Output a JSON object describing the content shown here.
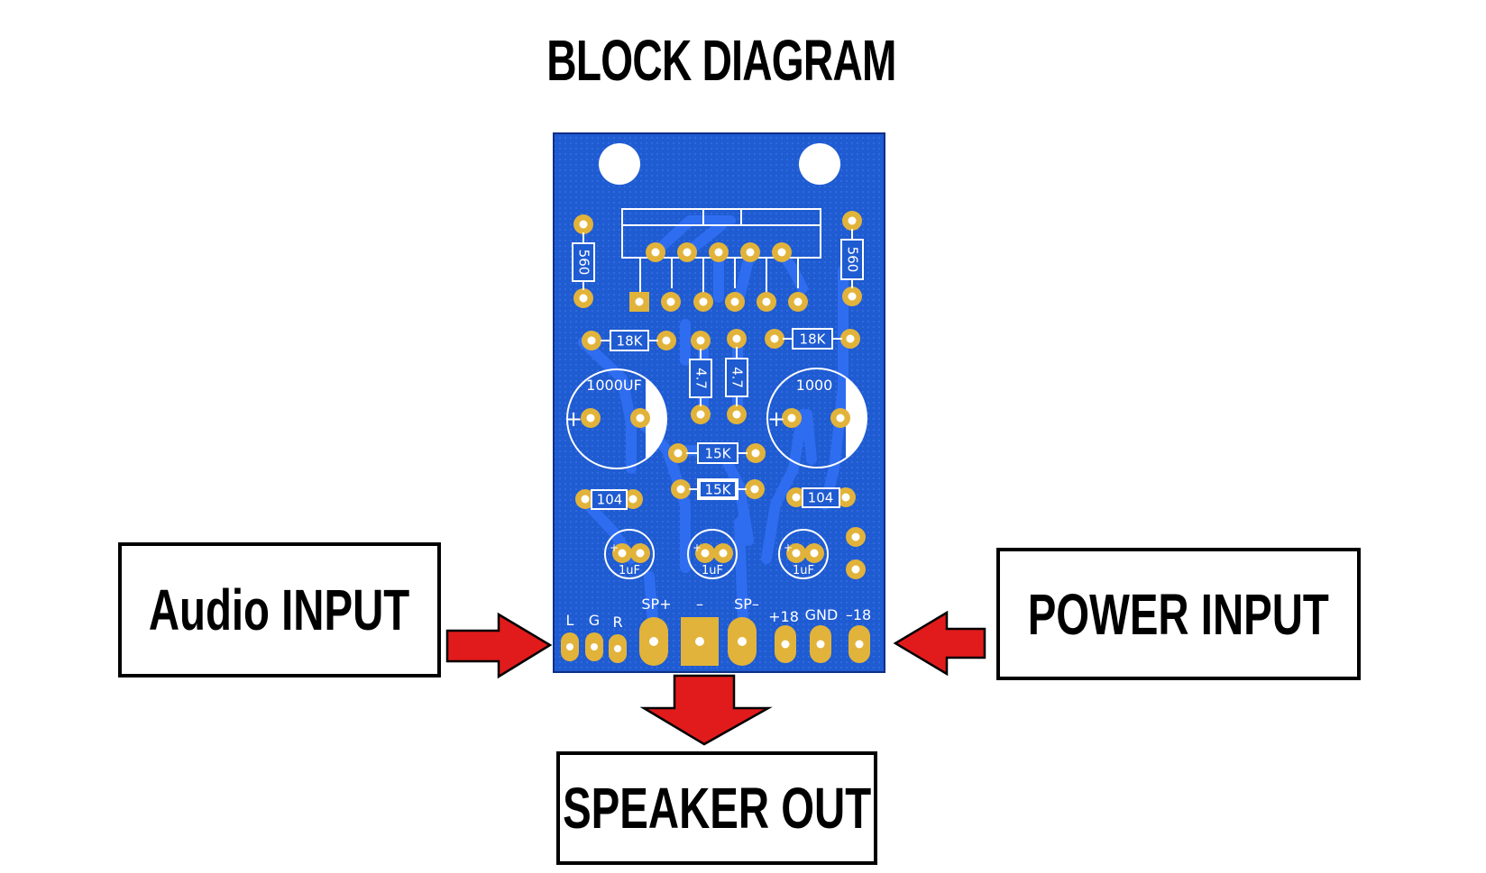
{
  "title": "BLOCK DIAGRAM",
  "labels": {
    "audio_input": "Audio INPUT",
    "power_input": "POWER INPUT",
    "speaker_out": "SPEAKER OUT"
  },
  "pcb": {
    "resistor_left_top": "560",
    "resistor_right_top": "560",
    "resistor_18k_left": "18K",
    "resistor_18k_right": "18K",
    "resistor_47_left": "4.7",
    "resistor_47_right": "4.7",
    "cap_left": "1000UF",
    "cap_right": "1000",
    "resistor_15k_top": "15K",
    "resistor_15k_bottom": "15K",
    "cap_104_left": "104",
    "cap_104_right": "104",
    "cap_1uf": "1uF",
    "pin_l": "L",
    "pin_g": "G",
    "pin_r": "R",
    "pin_sp_plus": "SP+",
    "pin_minus": "–",
    "pin_sp_minus": "SP–",
    "pin_plus18": "+18",
    "pin_gnd": "GND",
    "pin_minus18": "–18",
    "plus_sign": "+"
  },
  "colors": {
    "pcb_blue": "#1f5bd1",
    "trace_blue": "#2f6df0",
    "pad_gold": "#e2b33a",
    "arrow_red": "#e11b1b"
  }
}
